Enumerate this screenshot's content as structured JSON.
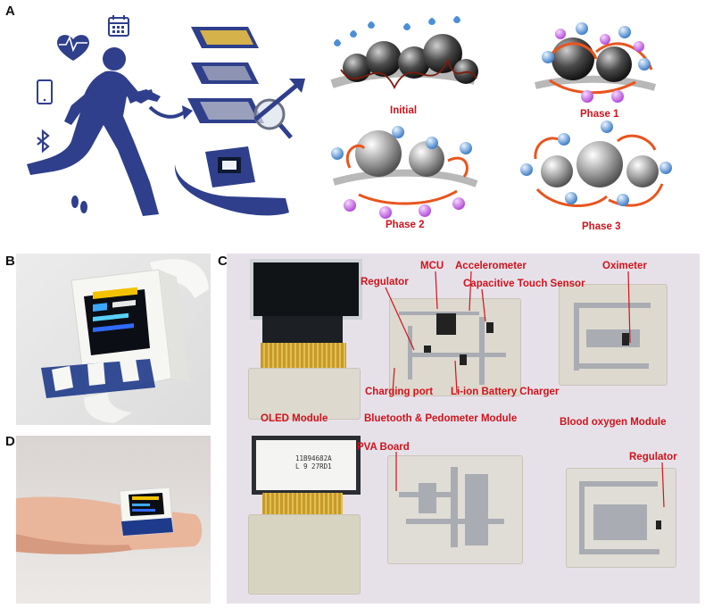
{
  "panels": {
    "a": "A",
    "b": "B",
    "c": "C",
    "d": "D"
  },
  "phases": {
    "initial": "Initial",
    "phase1": "Phase 1",
    "phase2": "Phase 2",
    "phase3": "Phase 3"
  },
  "labels": {
    "oled_module": "OLED Module",
    "bluetooth_module": "Bluetooth & Pedometer Module",
    "blood_oxygen_module": "Blood oxygen Module",
    "pva_board": "PVA Board",
    "mcu": "MCU",
    "accelerometer": "Accelerometer",
    "regulator_top": "Regulator",
    "capacitive_touch": "Capacitive Touch Sensor",
    "charging_port": "Charging port",
    "li_ion_charger": "Li-ion Battery Charger",
    "oximeter": "Oximeter",
    "regulator_bottom": "Regulator"
  },
  "screen_text": {
    "oled_line1": "11B94682A",
    "oled_line2": "L 9 27RD1"
  },
  "colors": {
    "runner_blue": "#2f3f8c",
    "label_red": "#d1121b",
    "droplet_blue": "#4b8fd6",
    "arrow_orange": "#e8551e"
  }
}
